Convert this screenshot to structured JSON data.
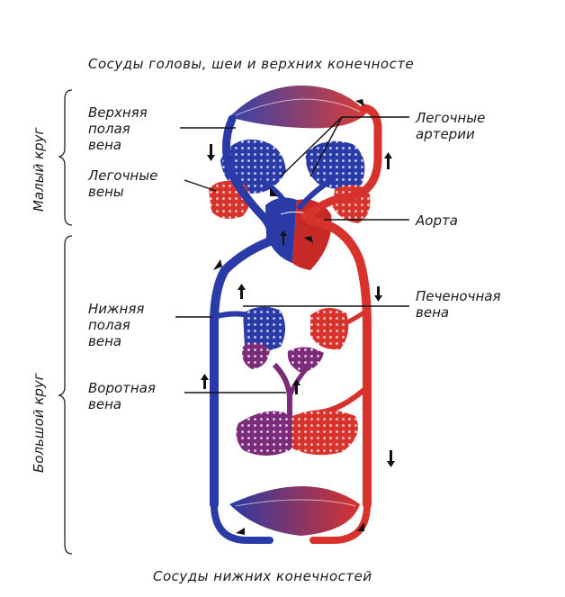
{
  "top_caption": "Сосуды головы, шеи и верхних конечносте",
  "bottom_caption": "Сосуды нижних конечностей",
  "circuits": {
    "small": "Малый круг",
    "large": "Большой круг"
  },
  "labels": {
    "superior_vena_cava": [
      "Верхняя",
      "полая",
      "вена"
    ],
    "pulmonary_arteries": [
      "Легочные",
      "артерии"
    ],
    "pulmonary_veins": [
      "Легочные",
      "вены"
    ],
    "aorta": [
      "Аорта"
    ],
    "hepatic_vein": [
      "Печеночная",
      "вена"
    ],
    "inferior_vena_cava": [
      "Нижняя",
      "полая",
      "вена"
    ],
    "portal_vein": [
      "Воротная",
      "вена"
    ]
  },
  "colors": {
    "venous_blue": "#2a3aa6",
    "arterial_red": "#d8322d",
    "mixed_purple": "#7a2c7a"
  }
}
